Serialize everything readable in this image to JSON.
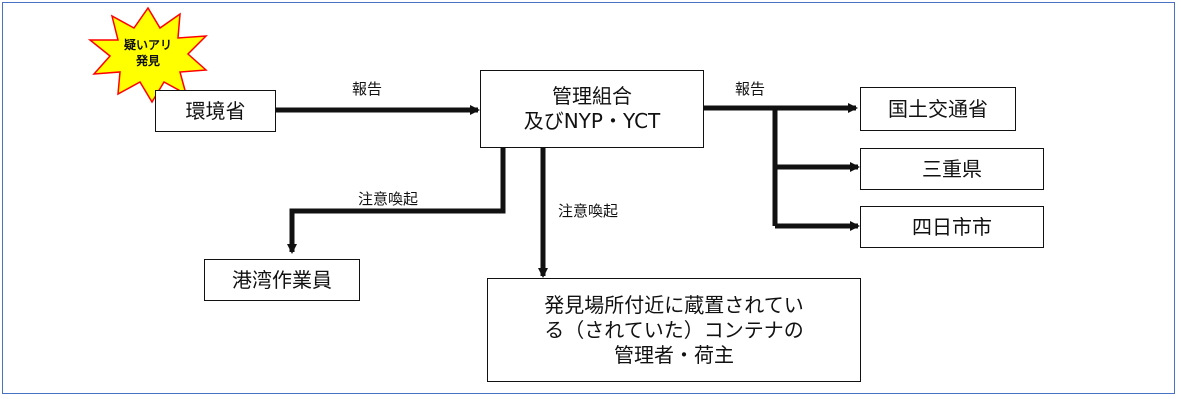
{
  "badge": {
    "text": "疑いアリ\n発見",
    "fill": "#ffff00",
    "stroke": "#ff0000"
  },
  "nodes": {
    "moe": "環境省",
    "mgmt": "管理組合\n及びNYP・YCT",
    "mlit": "国土交通省",
    "mie": "三重県",
    "yokkaichi": "四日市市",
    "workers": "港湾作業員",
    "owners": "発見場所付近に蔵置されてい\nる（されていた）コンテナの\n管理者・荷主"
  },
  "labels": {
    "report_left": "報告",
    "report_right": "報告",
    "caution_left": "注意喚起",
    "caution_center": "注意喚起"
  },
  "colors": {
    "frame": "#4a72c4",
    "line": "#111111"
  }
}
